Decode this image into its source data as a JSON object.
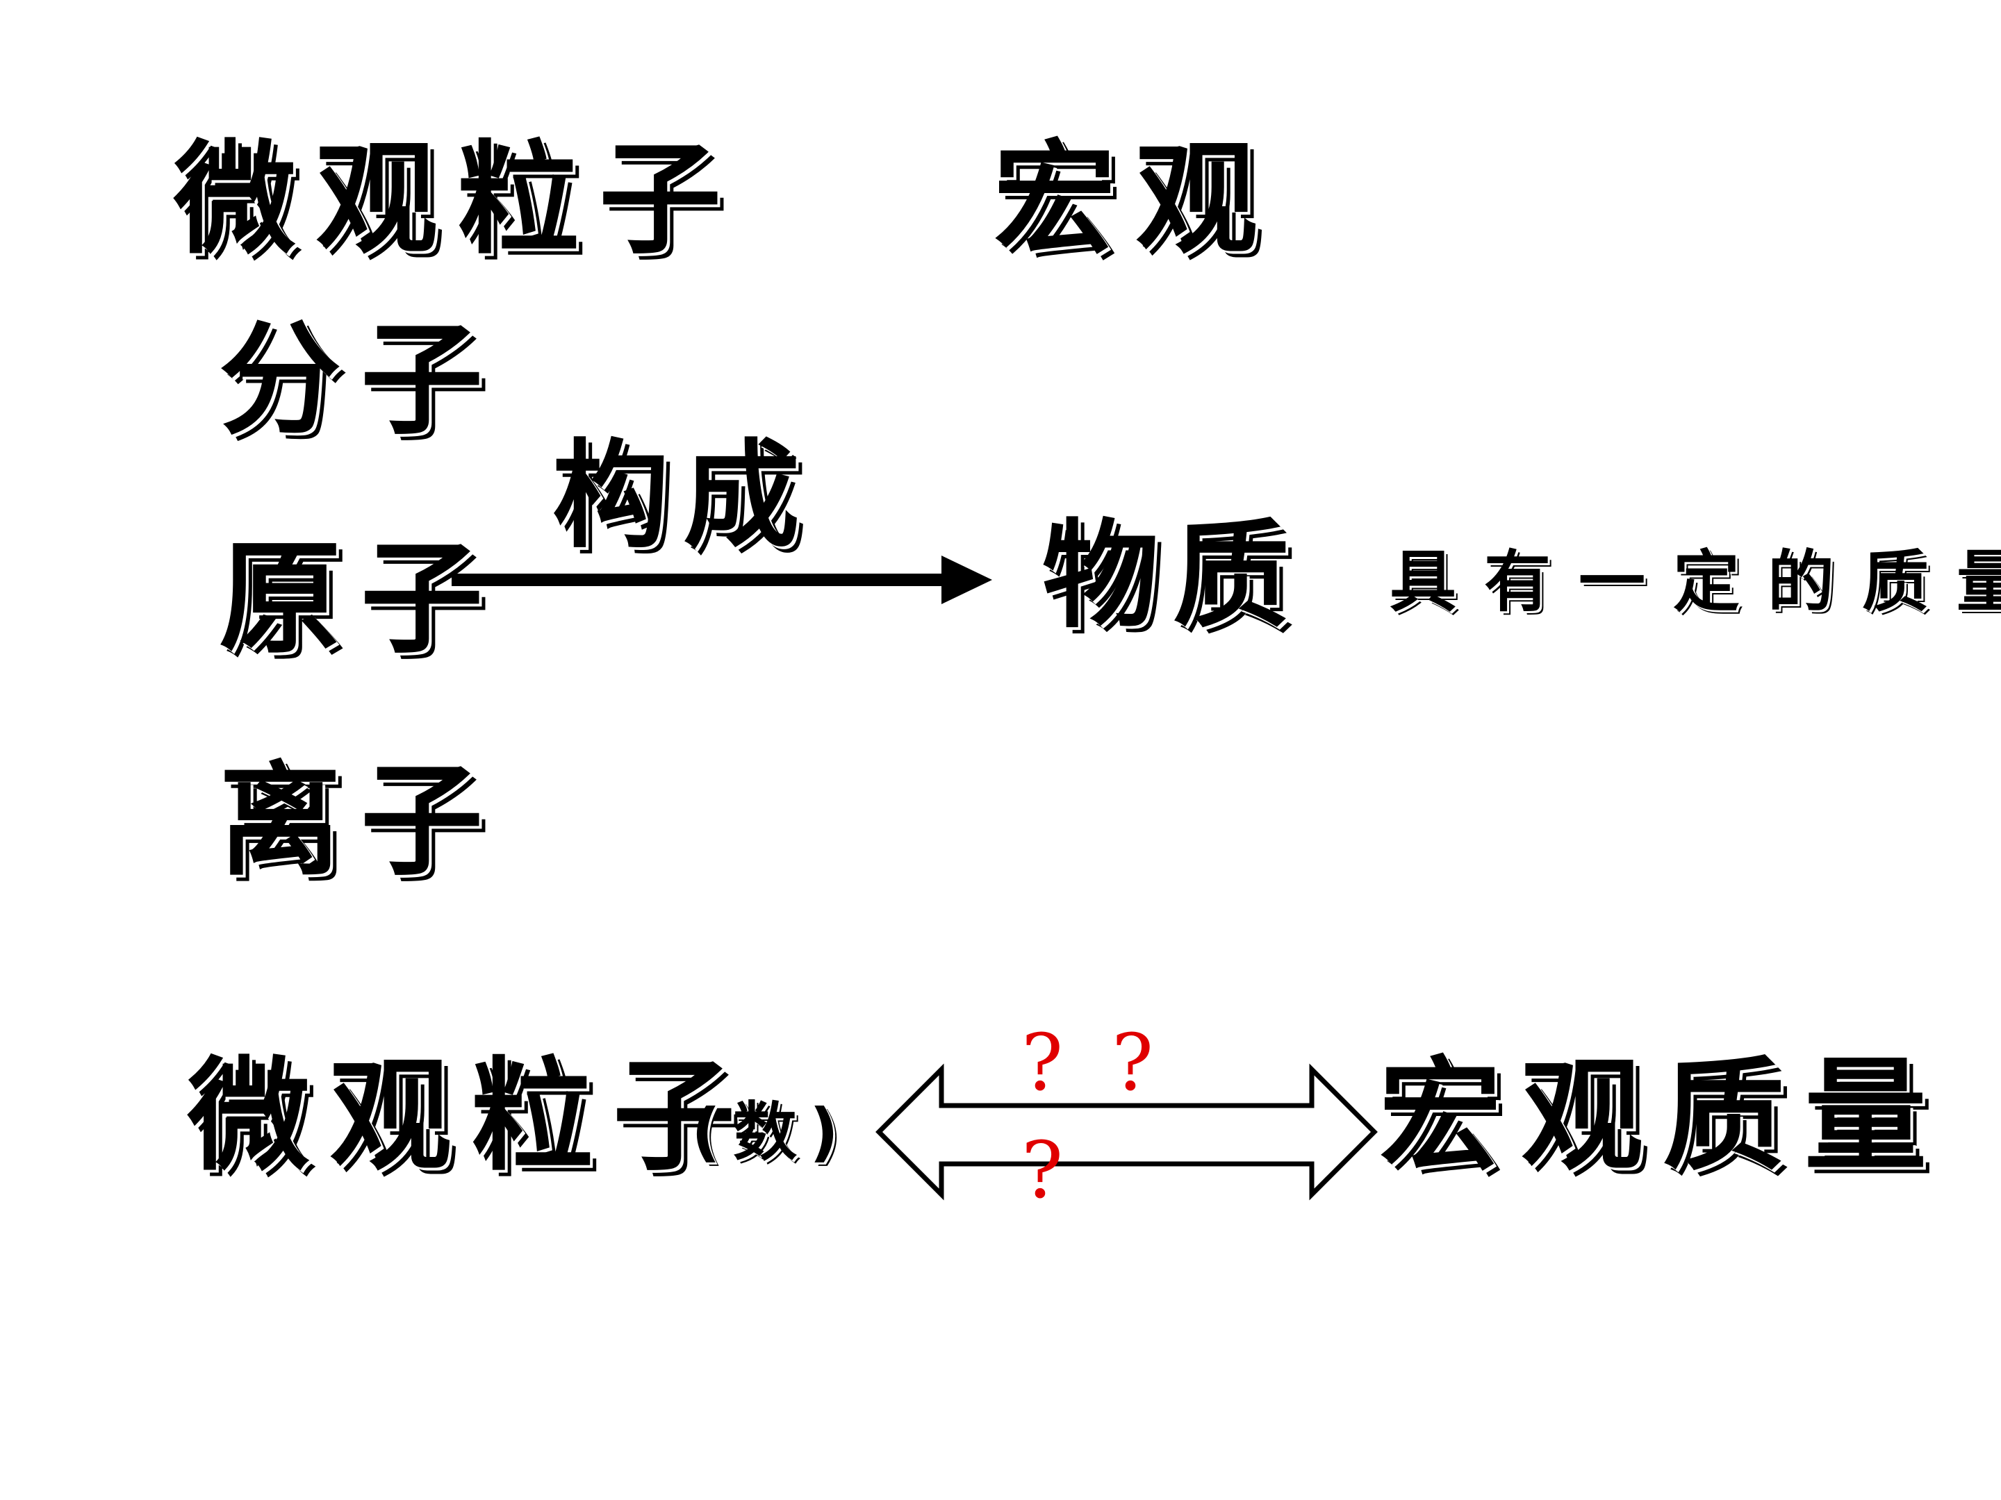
{
  "slide": {
    "micro_heading": "微观粒子",
    "macro_heading": "宏观",
    "particles": [
      "分子",
      "原子",
      "离子"
    ],
    "arrow_label": "构成",
    "substance": "物质",
    "substance_property": "具有一定的质量",
    "bottom": {
      "left_label": "微观粒子",
      "left_note": "(数)",
      "right_label": "宏观质量",
      "question_marks": [
        "?",
        "?",
        "?"
      ],
      "question_color": "#e00000"
    }
  }
}
